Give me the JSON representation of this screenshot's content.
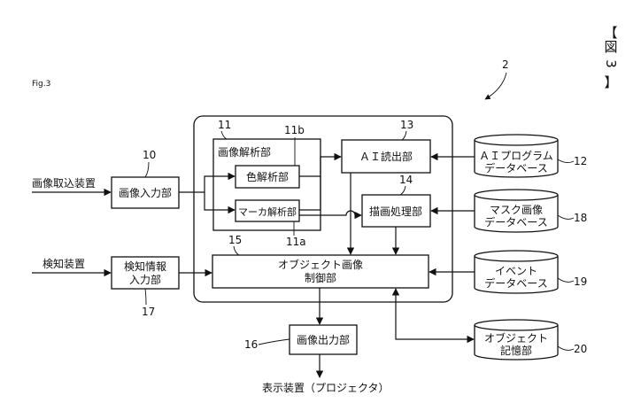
{
  "header": {
    "fig_label": "Fig.3",
    "corner_label": "【図3】",
    "corner_chars": [
      "【",
      "図",
      "3",
      "】"
    ]
  },
  "diagram": {
    "system_ref": "2",
    "blocks": {
      "image_input": {
        "label": "画像入力部",
        "ref": "10"
      },
      "image_analysis": {
        "label": "画像解析部",
        "ref": "11"
      },
      "color_analysis": {
        "label": "色解析部",
        "ref": "11b"
      },
      "marker_analysis": {
        "label": "マーカ解析部",
        "ref": "11a"
      },
      "ai_reader": {
        "label": "ＡＩ読出部",
        "ref": "13"
      },
      "drawing_processor": {
        "label": "描画処理部",
        "ref": "14"
      },
      "object_image_control": {
        "line1": "オブジェクト画像",
        "line2": "制御部",
        "ref": "15"
      },
      "detection_input": {
        "line1": "検知情報",
        "line2": "入力部",
        "ref": "17"
      },
      "image_output": {
        "label": "画像出力部",
        "ref": "16"
      }
    },
    "databases": {
      "ai_program": {
        "line1": "ＡＩプログラム",
        "line2": "データベース",
        "ref": "12"
      },
      "mask_image": {
        "line1": "マスク画像",
        "line2": "データベース",
        "ref": "18"
      },
      "event": {
        "line1": "イベント",
        "line2": "データベース",
        "ref": "19"
      },
      "object_storage": {
        "line1": "オブジェクト",
        "line2": "記憶部",
        "ref": "20"
      }
    },
    "external": {
      "image_capture_device": "画像取込装置",
      "detection_device": "検知装置",
      "display_device": "表示装置（プロジェクタ）"
    }
  }
}
